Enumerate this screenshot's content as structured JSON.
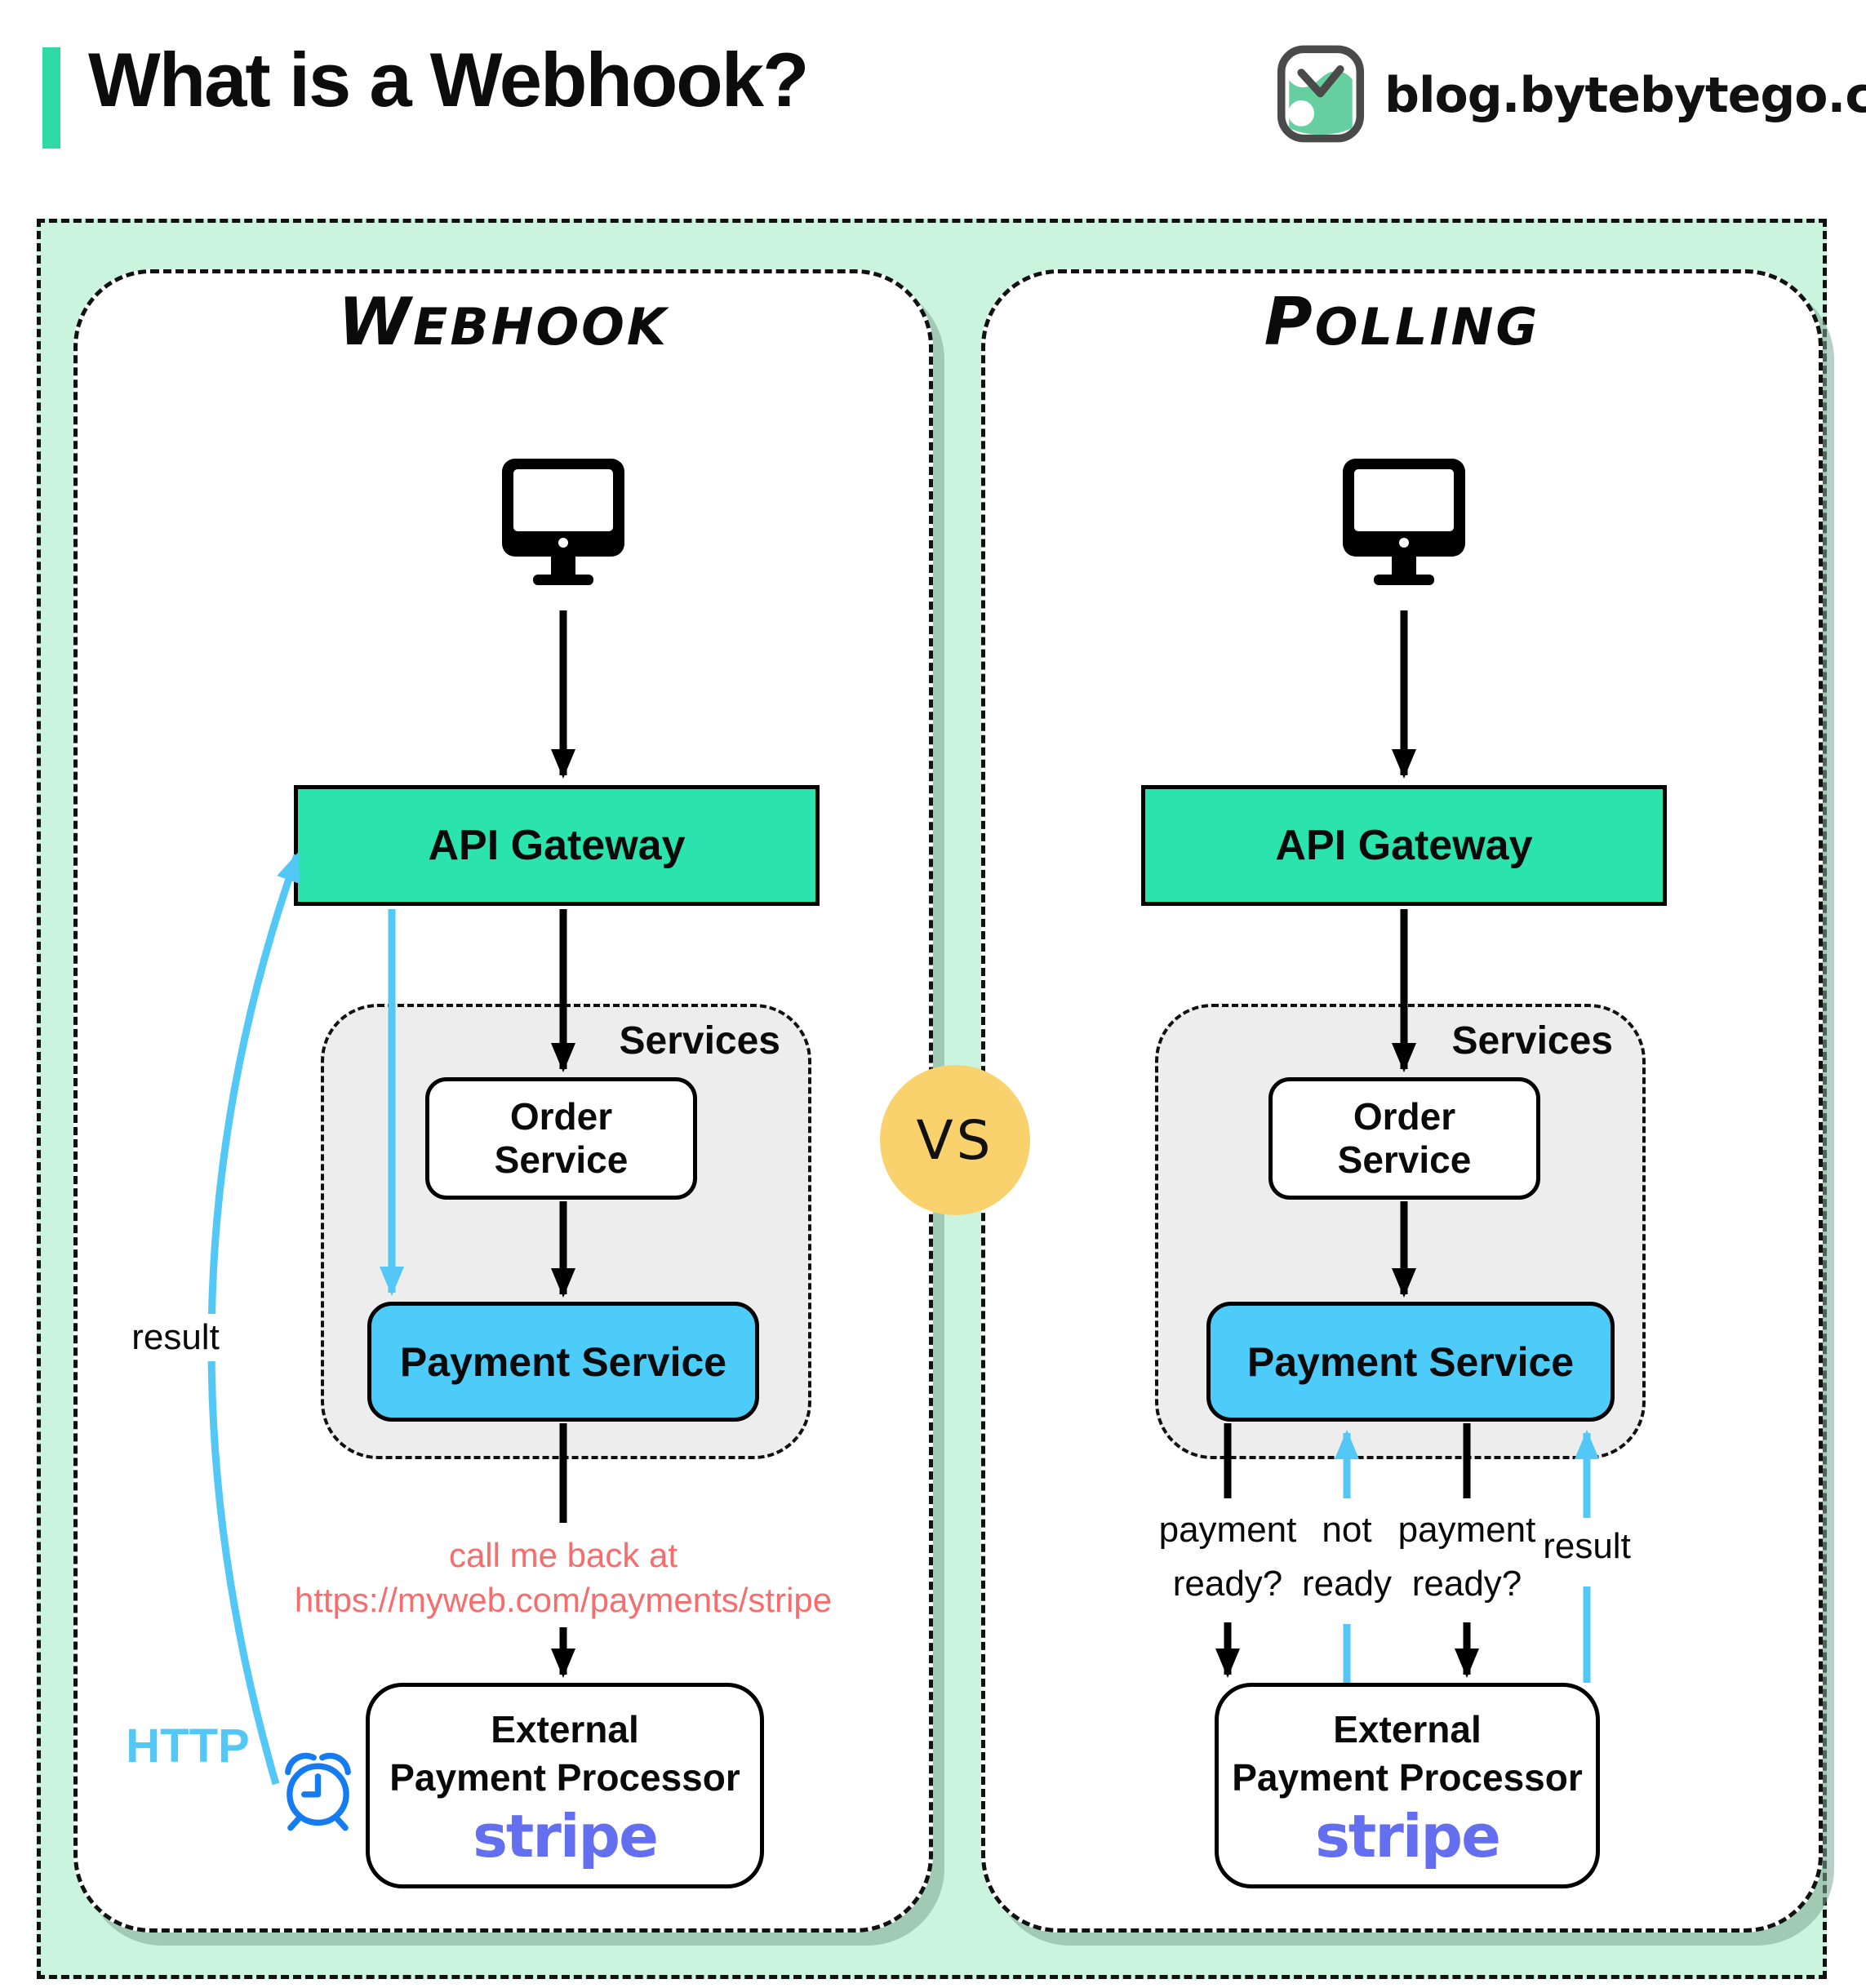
{
  "header": {
    "title": "What is a Webhook?",
    "logo_text": "blog.bytebytego.com"
  },
  "vs_label": "VS",
  "panels": {
    "webhook": {
      "title": "Webhook",
      "api_gateway": "API Gateway",
      "services_label": "Services",
      "order_service": [
        "Order",
        "Service"
      ],
      "payment_service": "Payment Service",
      "callback_note": [
        "call me back at",
        "https://myweb.com/payments/stripe"
      ],
      "external_processor": [
        "External",
        "Payment Processor"
      ],
      "stripe_logo": "stripe",
      "result_label": "result",
      "http_label": "HTTP"
    },
    "polling": {
      "title": "Polling",
      "api_gateway": "API Gateway",
      "services_label": "Services",
      "order_service": [
        "Order",
        "Service"
      ],
      "payment_service": "Payment Service",
      "external_processor": [
        "External",
        "Payment Processor"
      ],
      "stripe_logo": "stripe",
      "arrow_labels": {
        "query1": [
          "payment",
          "ready?"
        ],
        "reply1": [
          "not",
          "ready"
        ],
        "query2": [
          "payment",
          "ready?"
        ],
        "result": "result"
      }
    }
  },
  "colors": {
    "mint_background": "#cbf4de",
    "teal_accent": "#2be3ac",
    "payment_blue": "#4dcbf9",
    "arrow_blue": "#53c7f5",
    "clock_blue": "#147bf0",
    "callback_red": "#f76c6c",
    "stripe_purple": "#646ff0",
    "vs_yellow": "#f9d26d",
    "services_gray": "#ededed"
  }
}
